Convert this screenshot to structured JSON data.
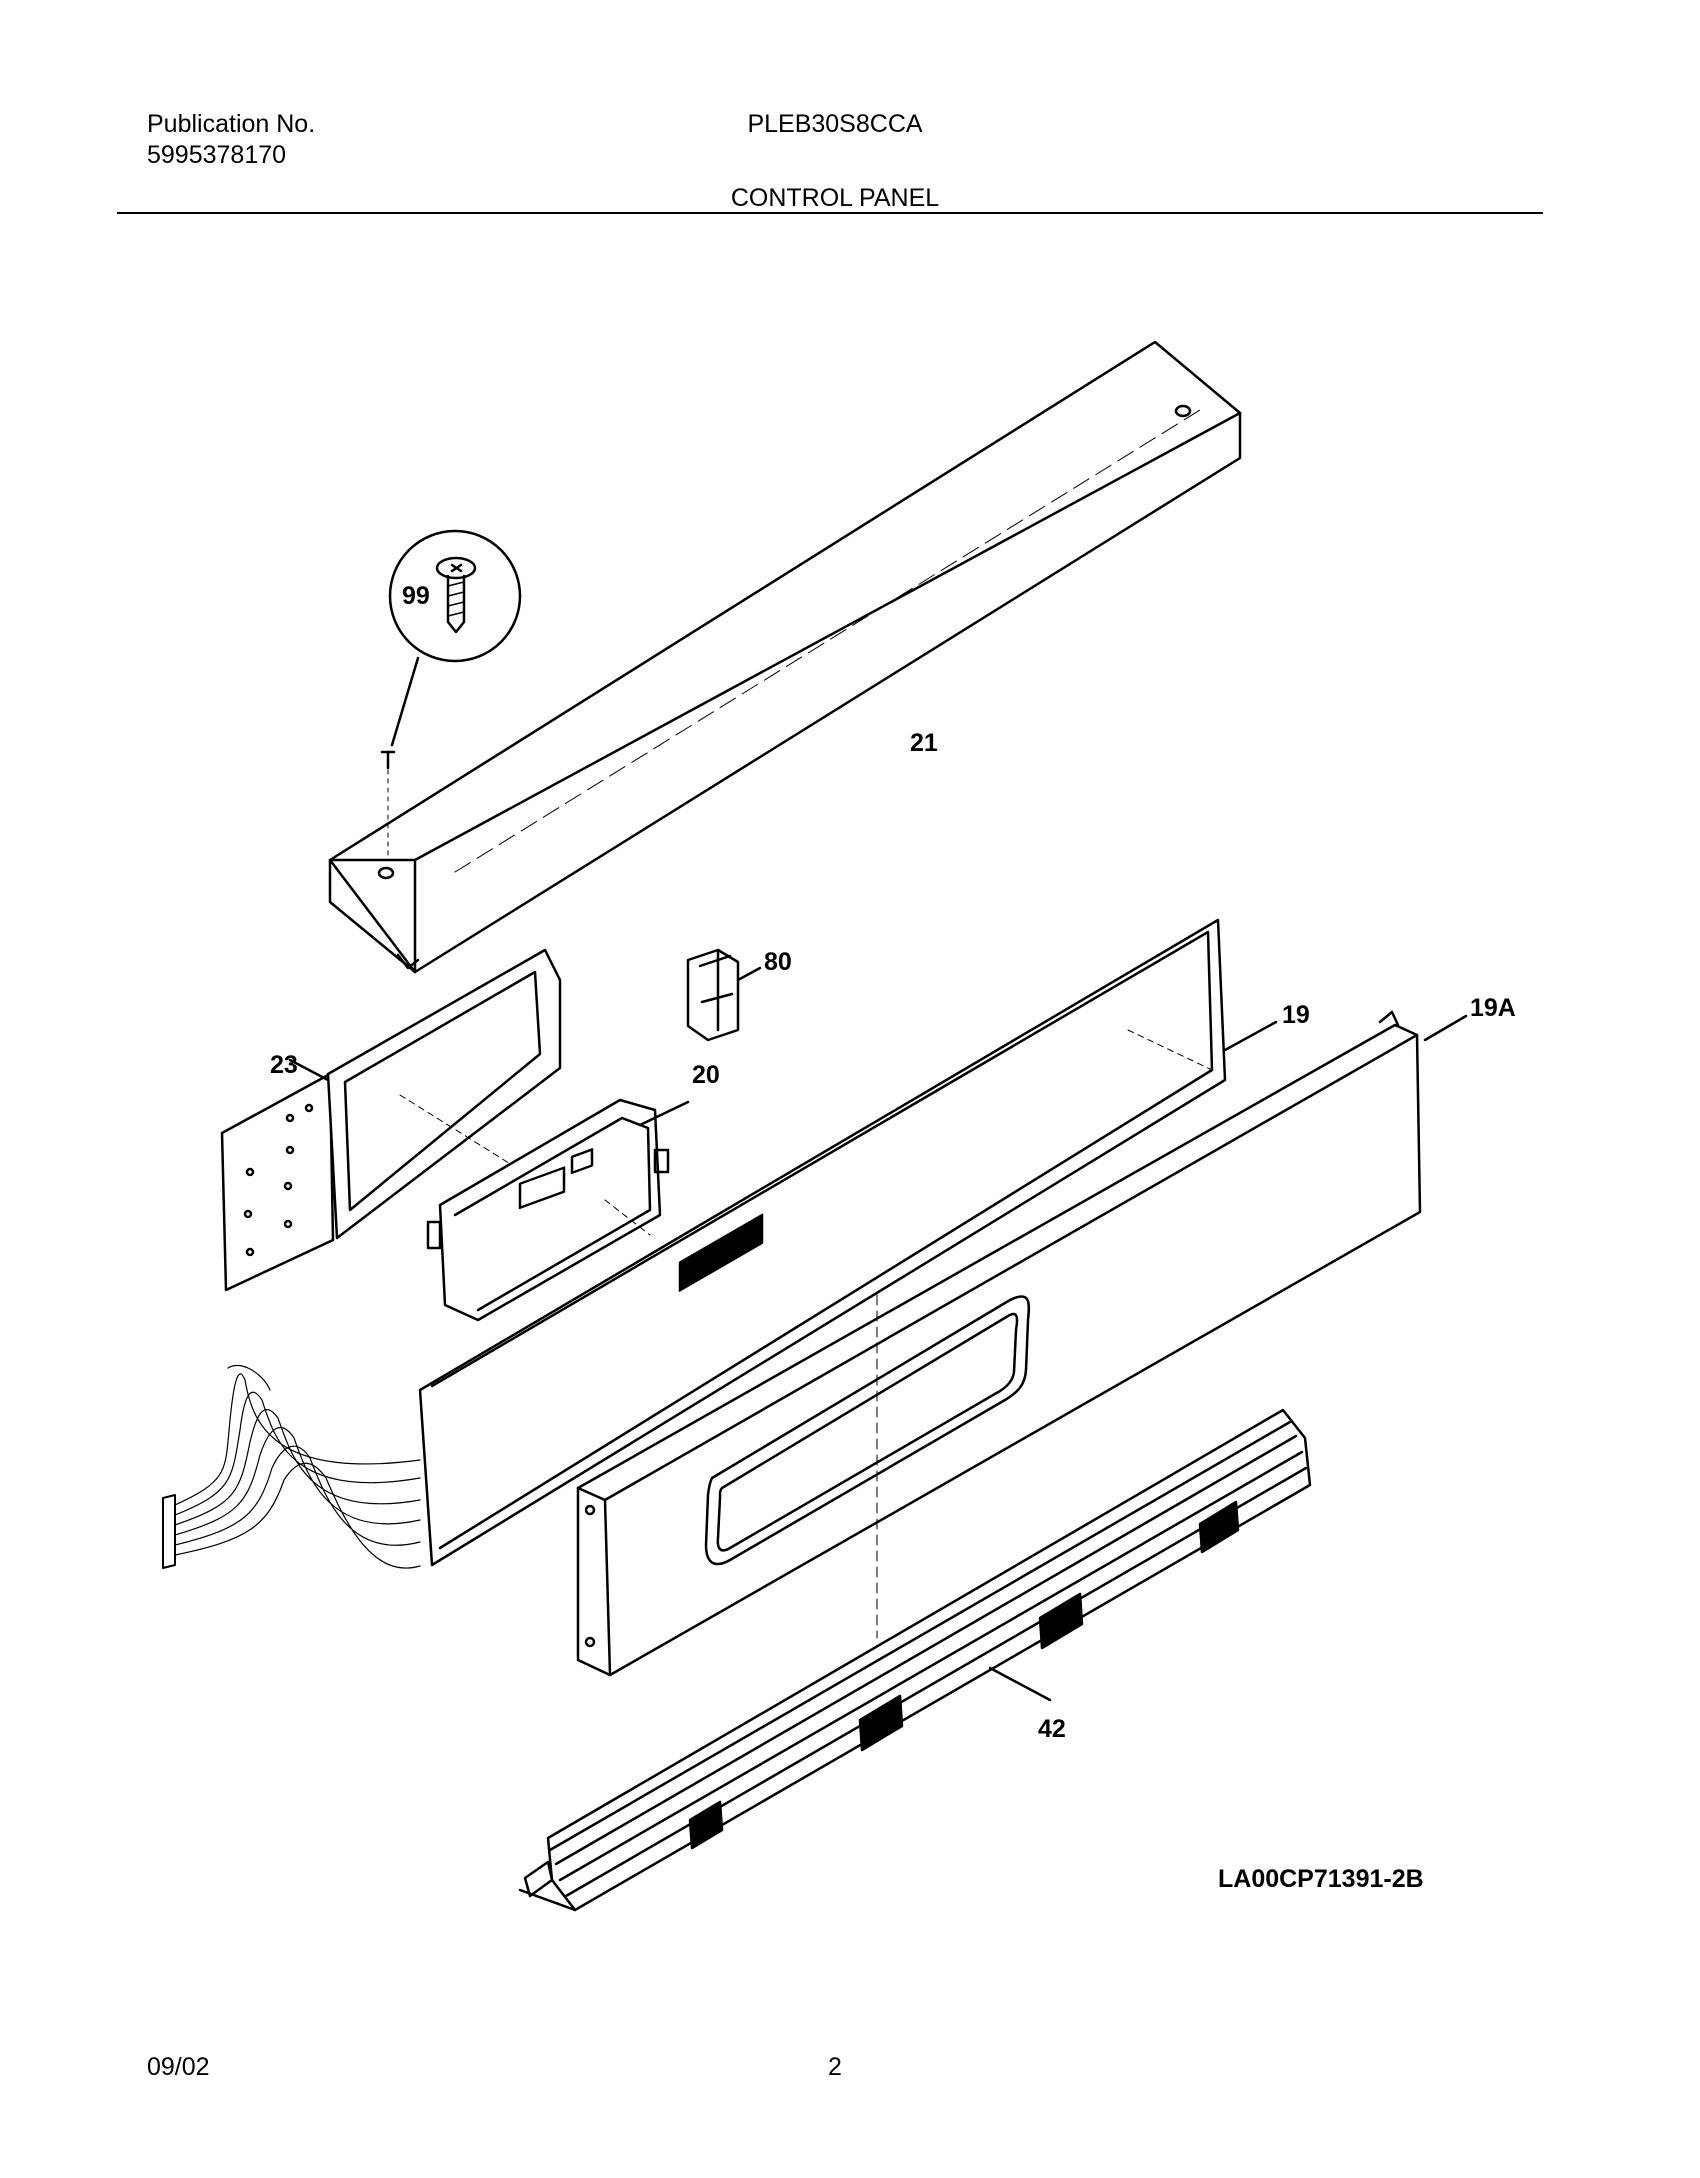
{
  "header": {
    "publication_label": "Publication No.",
    "publication_number": "5995378170",
    "model": "PLEB30S8CCA",
    "section_title": "CONTROL PANEL"
  },
  "callouts": {
    "screw": "99",
    "top_trim": "21",
    "bracket": "80",
    "panel_back": "19",
    "panel_front": "19A",
    "frame": "23",
    "control_board": "20",
    "vent": "42"
  },
  "diagram_code": "LA00CP71391-2B",
  "footer": {
    "date": "09/02",
    "page": "2"
  }
}
